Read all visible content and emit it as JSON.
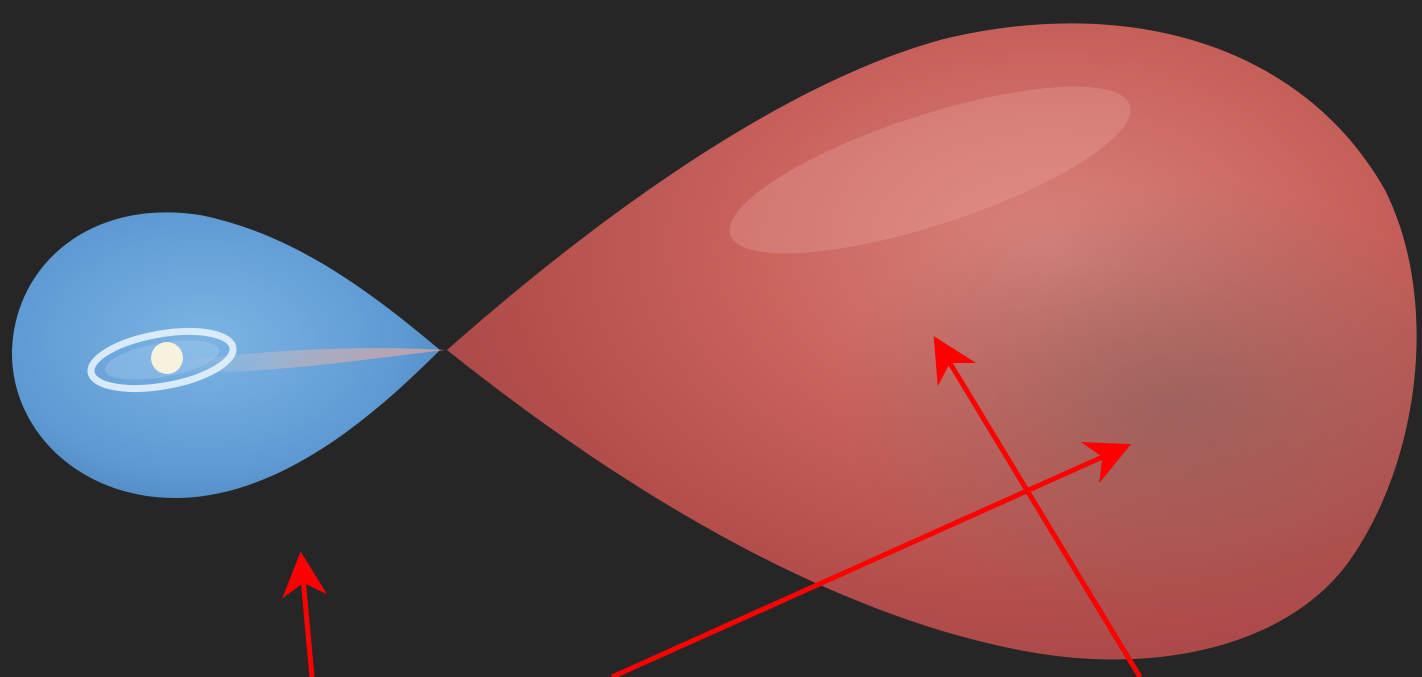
{
  "figure": {
    "subject": "roche-lobe-binary-star-system",
    "colors": {
      "background": "#262626",
      "small_lobe": "#5e9ad3",
      "large_lobe": "#c45a56",
      "accretion_disk": "#dfeefb",
      "compact_star": "#f7f2dd",
      "arrows": "#ff0000"
    },
    "lobes": [
      {
        "id": "small-lobe",
        "color_name": "blue"
      },
      {
        "id": "large-lobe",
        "color_name": "red"
      }
    ],
    "arrow_count": 3
  }
}
